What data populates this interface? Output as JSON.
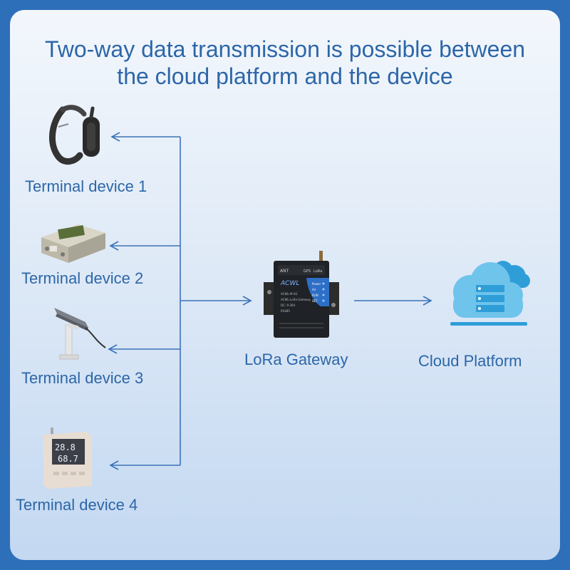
{
  "title": {
    "line1": "Two-way data transmission is possible between",
    "line2": "the cloud platform and the device"
  },
  "devices": [
    {
      "label": "Terminal device 1",
      "icon": "wristband-sensor-icon"
    },
    {
      "label": "Terminal device 2",
      "icon": "metal-box-sensor-icon"
    },
    {
      "label": "Terminal device 3",
      "icon": "pole-mounted-sensor-icon"
    },
    {
      "label": "Terminal device 4",
      "icon": "temperature-humidity-display-icon"
    }
  ],
  "gateway": {
    "label": "LoRa Gateway",
    "icon": "gateway-router-icon",
    "brand": "ACWL",
    "indicators": [
      "Power",
      "Air",
      "RUN",
      "SET"
    ],
    "ports": [
      "ANT",
      "GPS",
      "LoRa"
    ],
    "model_lines": [
      "ACWL-M-4G",
      "ACWL-LoRa-Gateway",
      "DC: 9-36V",
      "RS485"
    ]
  },
  "cloud": {
    "label": "Cloud Platform",
    "icon": "cloud-server-icon"
  },
  "display_reading": {
    "temperature": "28.8",
    "humidity": "68.7"
  },
  "colors": {
    "frame": "#2e6fba",
    "text": "#2d66a8",
    "lines": "#3b72b8",
    "cloud_light": "#6fc4ec",
    "cloud_dark": "#2f9ed8"
  }
}
